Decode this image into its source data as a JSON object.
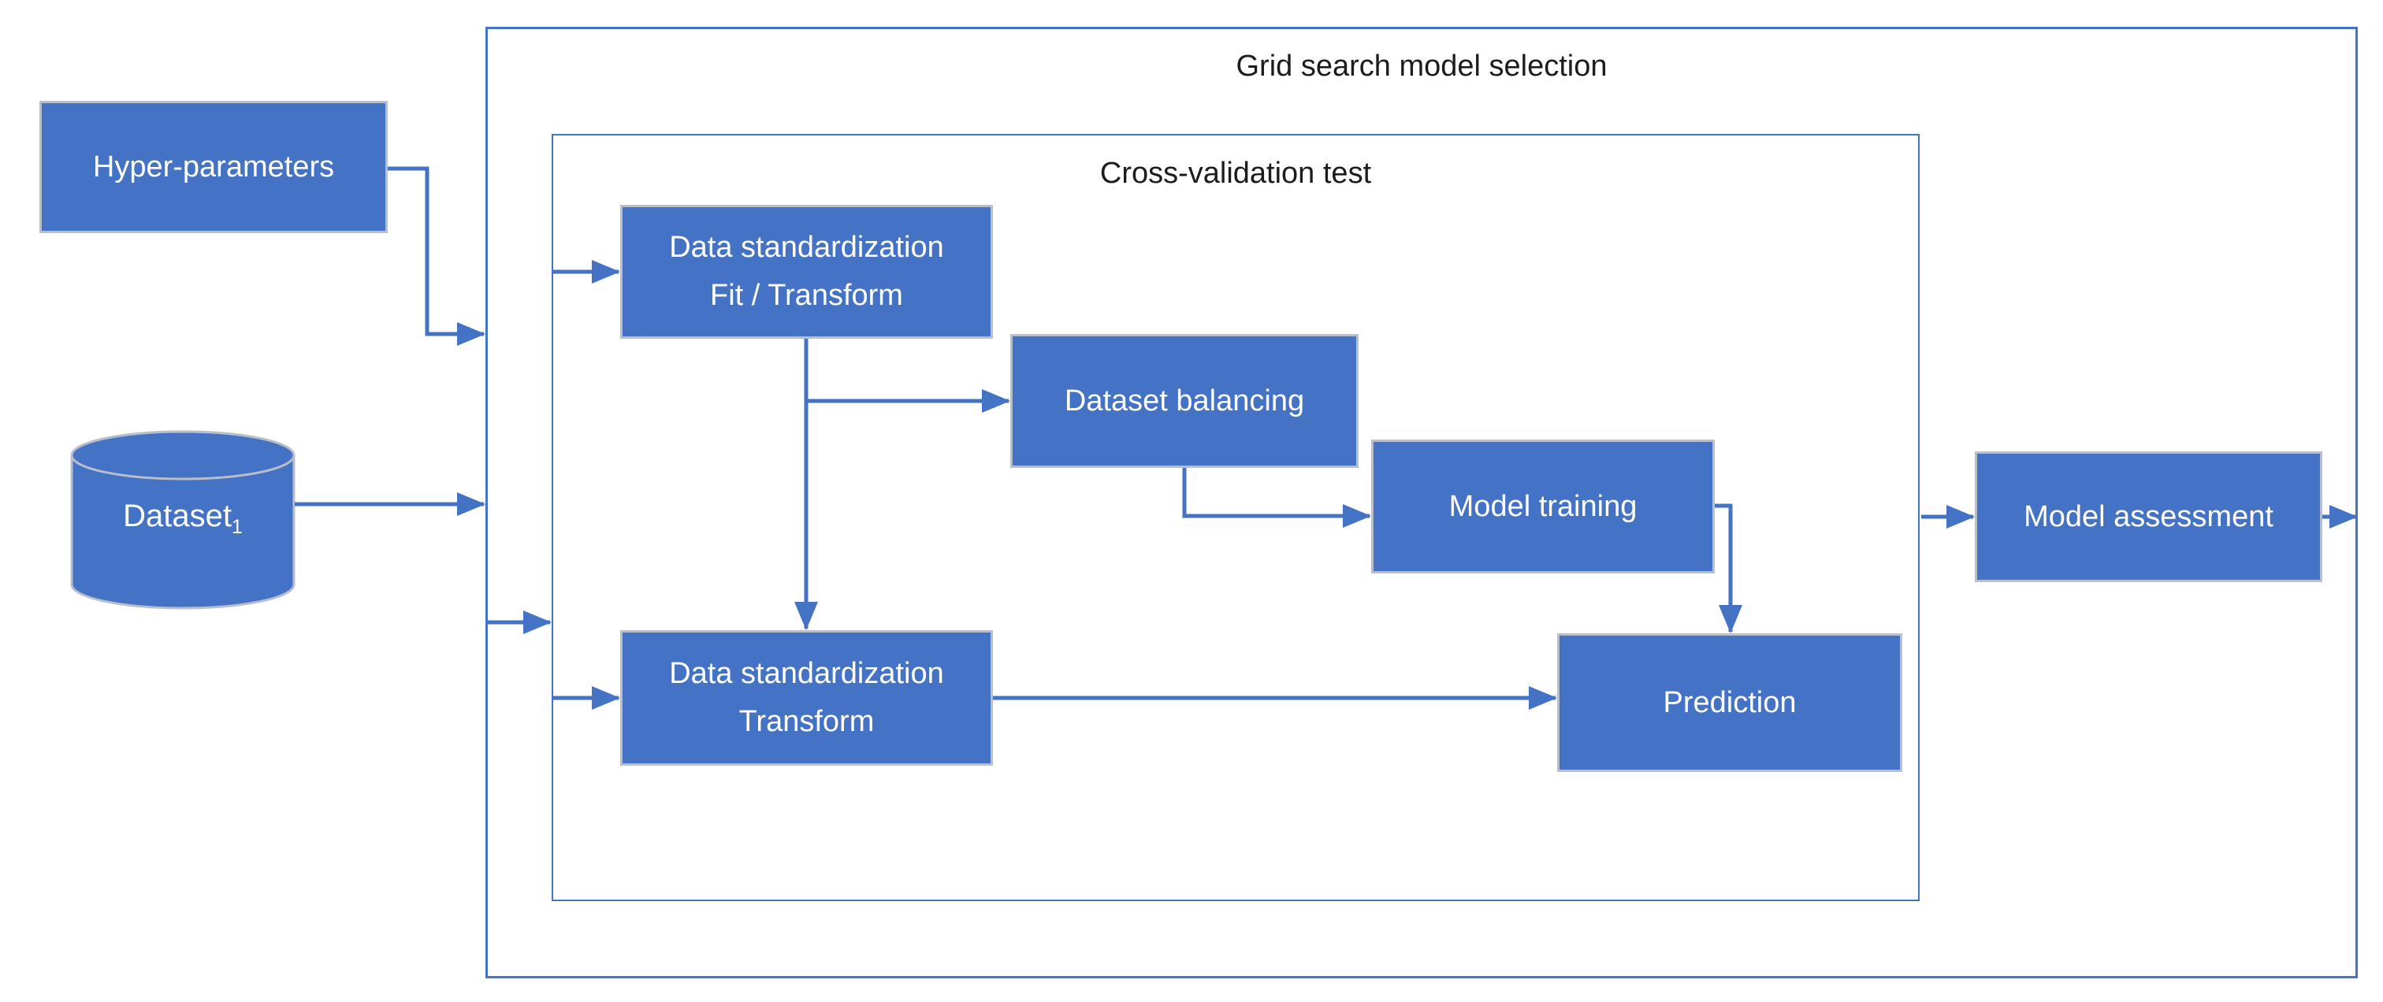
{
  "diagram": {
    "outer_group_title": "Grid search model selection",
    "inner_group_title": "Cross-validation test"
  },
  "nodes": {
    "hyper": {
      "label": "Hyper-parameters"
    },
    "dataset": {
      "label": "Dataset",
      "subscript": "1"
    },
    "fit": {
      "line1": "Data standardization",
      "line2": "Fit / Transform"
    },
    "balancing": {
      "label": "Dataset balancing"
    },
    "training": {
      "label": "Model training"
    },
    "transform": {
      "line1": "Data standardization",
      "line2": "Transform"
    },
    "prediction": {
      "label": "Prediction"
    },
    "assessment": {
      "label": "Model assessment"
    }
  },
  "colors": {
    "node_fill": "#4472C4",
    "node_border": "#b9bfca",
    "node_text": "#ffffff",
    "group_outline": "#4472C4",
    "arrow": "#4472C4",
    "title_text": "#1c1c1c"
  }
}
